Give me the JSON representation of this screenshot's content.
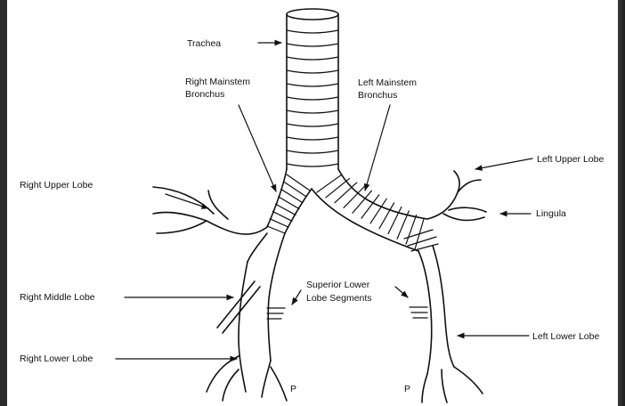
{
  "labels": {
    "trachea": "Trachea",
    "right_mainstem_1": "Right Mainstem",
    "right_mainstem_2": "Bronchus",
    "left_mainstem_1": "Left Mainstem",
    "left_mainstem_2": "Bronchus",
    "left_upper_lobe": "Left Upper Lobe",
    "right_upper_lobe": "Right Upper Lobe",
    "lingula": "Lingula",
    "superior_lower_1": "Superior Lower",
    "superior_lower_2": "Lobe Segments",
    "right_middle_lobe": "Right Middle Lobe",
    "left_lower_lobe": "Left Lower Lobe",
    "right_lower_lobe": "Right Lower Lobe",
    "p_left": "P",
    "p_right": "P"
  }
}
